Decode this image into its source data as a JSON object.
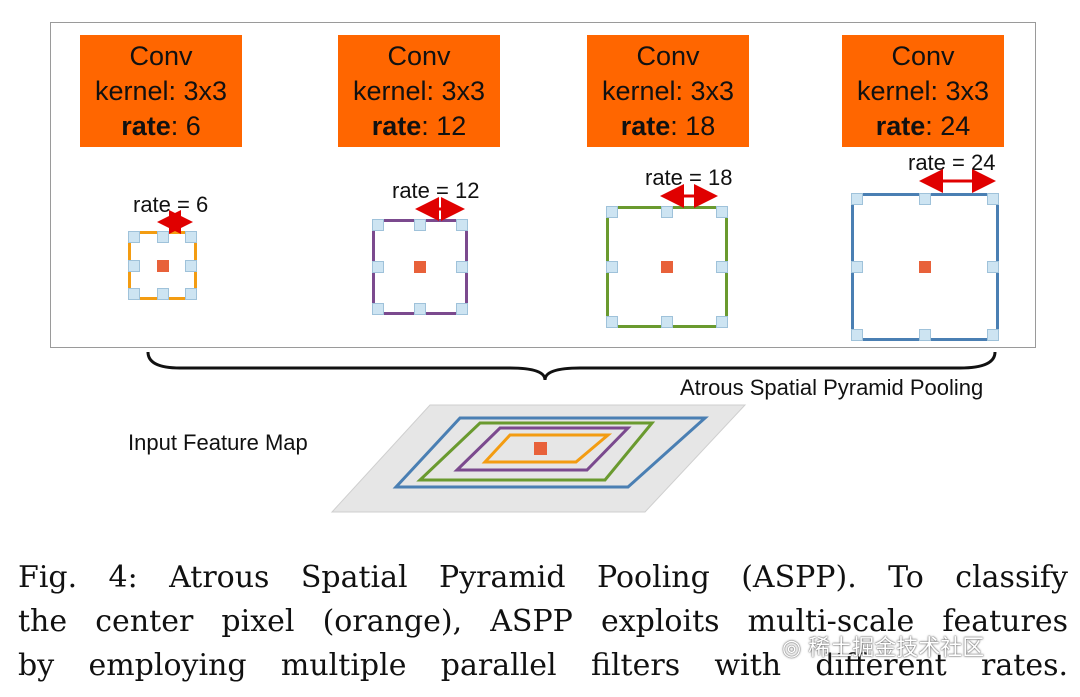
{
  "conv_boxes": [
    {
      "title": "Conv",
      "kernel": "kernel: 3x3",
      "rate_word": "rate",
      "rate_value": ": 6"
    },
    {
      "title": "Conv",
      "kernel": "kernel: 3x3",
      "rate_word": "rate",
      "rate_value": ": 12"
    },
    {
      "title": "Conv",
      "kernel": "kernel: 3x3",
      "rate_word": "rate",
      "rate_value": ": 18"
    },
    {
      "title": "Conv",
      "kernel": "kernel: 3x3",
      "rate_word": "rate",
      "rate_value": ": 24"
    }
  ],
  "filters": [
    {
      "label": "rate = 6",
      "color": "#f39c12"
    },
    {
      "label": "rate = 12",
      "color": "#7b4a8e"
    },
    {
      "label": "rate = 18",
      "color": "#6a9a2f"
    },
    {
      "label": "rate = 24",
      "color": "#4a7fb3"
    }
  ],
  "aspp_label": "Atrous Spatial Pyramid Pooling",
  "input_label": "Input Feature Map",
  "colors": {
    "conv_box": "#ff6600",
    "arrow": "#e00000",
    "center_pixel": "#e8613a",
    "sample_pixel": "#cde4f2",
    "feature_map": "#e6e6e6"
  },
  "caption": {
    "line1": "Fig. 4: Atrous Spatial Pyramid Pooling (ASPP). To classify",
    "line2": "the center pixel (orange), ASPP exploits multi-scale features",
    "line3": "by employing multiple parallel filters with different rates."
  },
  "watermark": "稀土掘金技术社区"
}
